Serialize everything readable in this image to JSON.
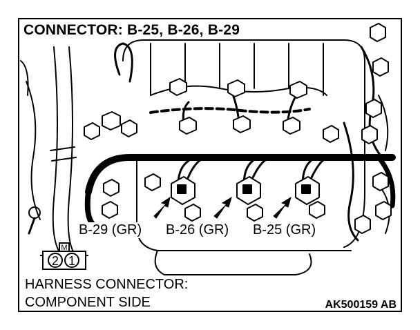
{
  "title": "CONNECTOR: B-25, B-26, B-29",
  "connector_labels": [
    "B-29 (GR)",
    "B-26 (GR)",
    "B-25 (GR)"
  ],
  "harness_caption": [
    "HARNESS CONNECTOR:",
    "COMPONENT SIDE"
  ],
  "symbol": {
    "header": "M",
    "pins": [
      "2",
      "1"
    ]
  },
  "code": "AK500159 AB"
}
